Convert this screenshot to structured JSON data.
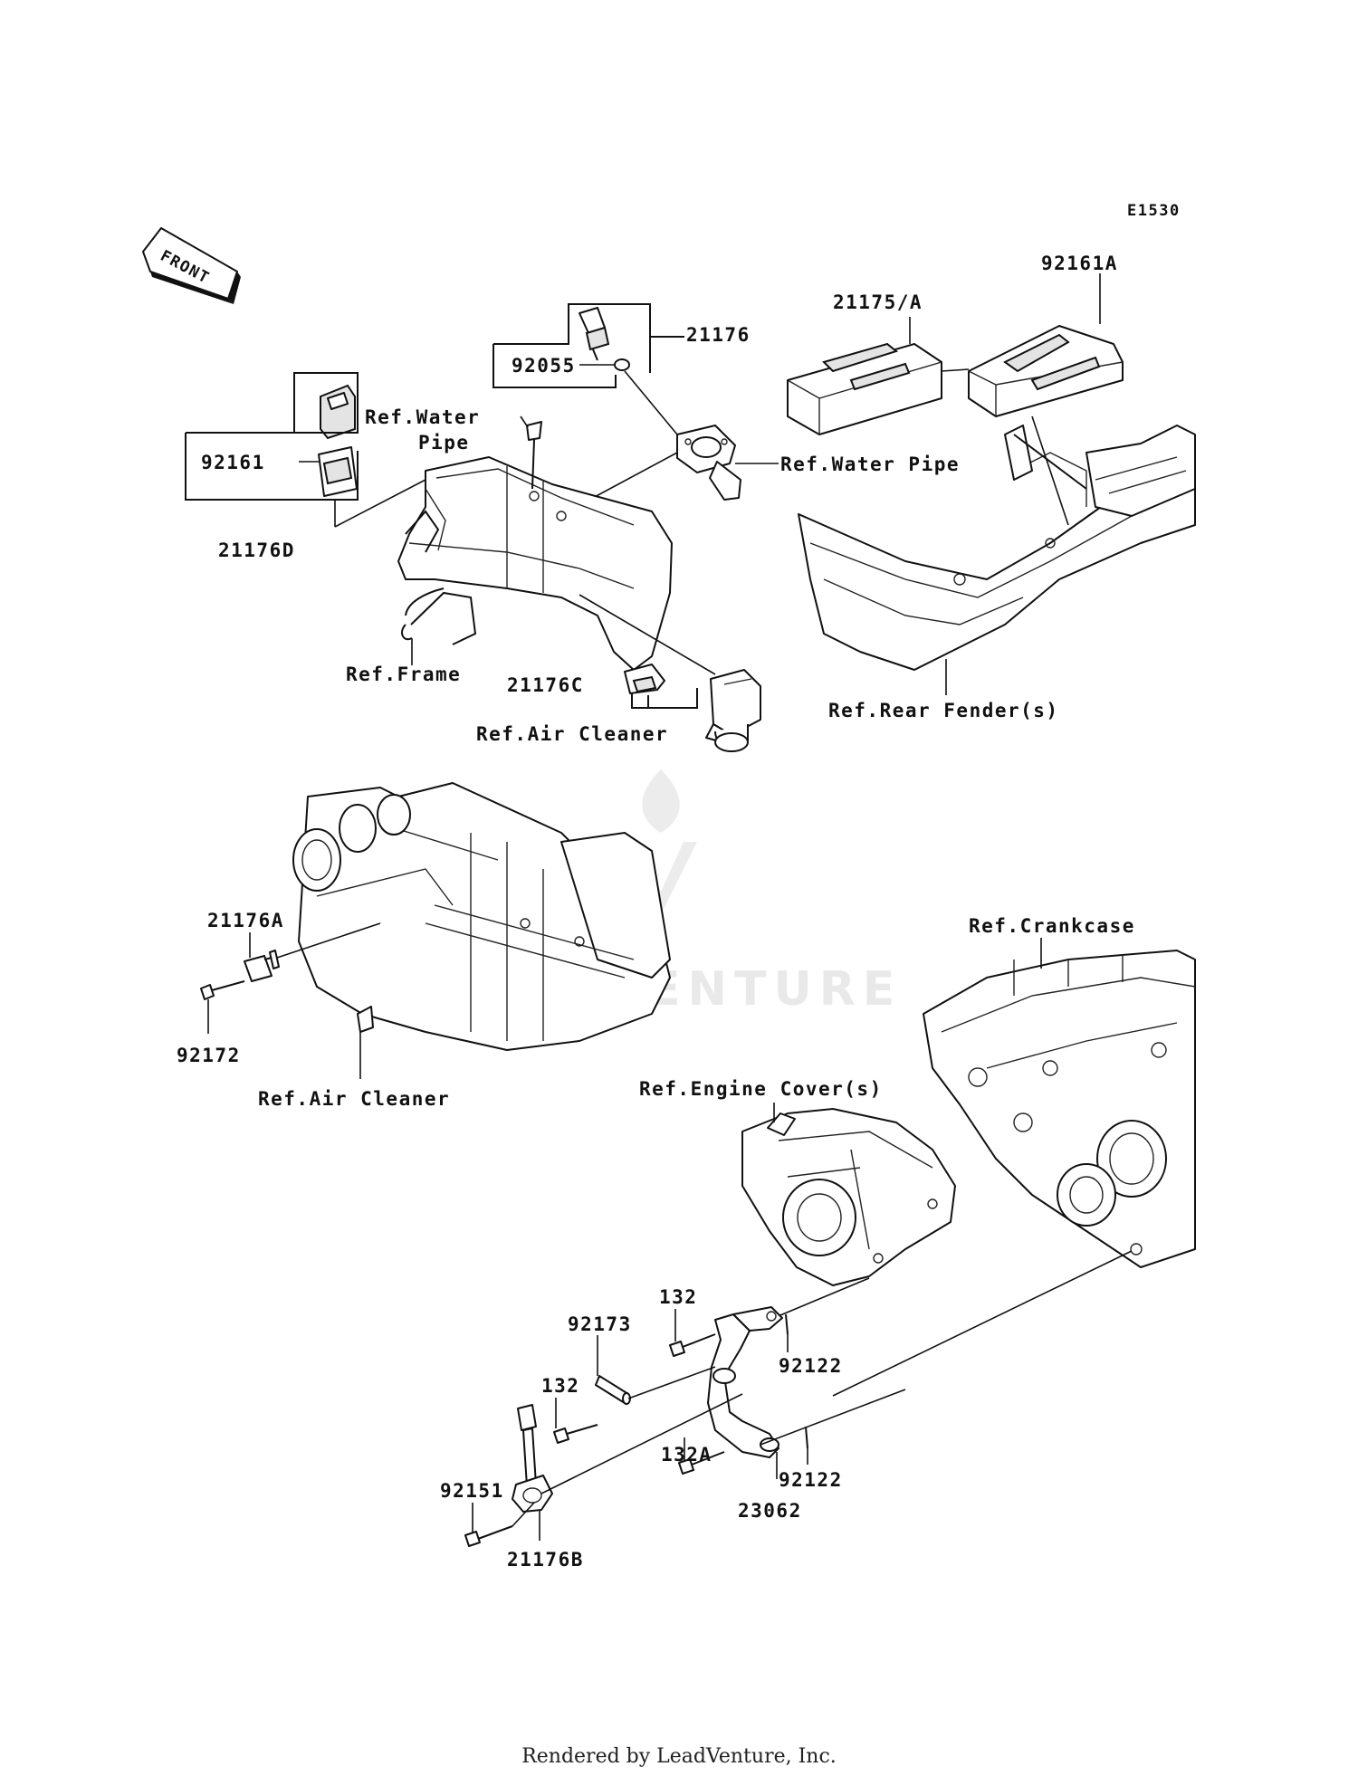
{
  "diagram_code": "E1530",
  "front_arrow": "FRONT",
  "footer": "Rendered by LeadVenture, Inc.",
  "watermark": "LEADVENTURE",
  "labels": {
    "p21176": "21176",
    "p92055": "92055",
    "p21175A": "21175/A",
    "p92161A": "92161A",
    "ref_water_pipe_1": "Ref.Water",
    "ref_water_pipe_1b": "Pipe",
    "ref_water_pipe_2": "Ref.Water Pipe",
    "p92161": "92161",
    "p21176D": "21176D",
    "ref_frame": "Ref.Frame",
    "p21176C": "21176C",
    "ref_air_cleaner_1": "Ref.Air Cleaner",
    "ref_rear_fender": "Ref.Rear Fender(s)",
    "p21176A": "21176A",
    "p92172": "92172",
    "ref_air_cleaner_2": "Ref.Air Cleaner",
    "ref_crankcase": "Ref.Crankcase",
    "ref_engine_cover": "Ref.Engine Cover(s)",
    "p132_a": "132",
    "p92173": "92173",
    "p92122_a": "92122",
    "p132_b": "132",
    "p132A": "132A",
    "p92122_b": "92122",
    "p92151": "92151",
    "p23062": "23062",
    "p21176B": "21176B"
  }
}
